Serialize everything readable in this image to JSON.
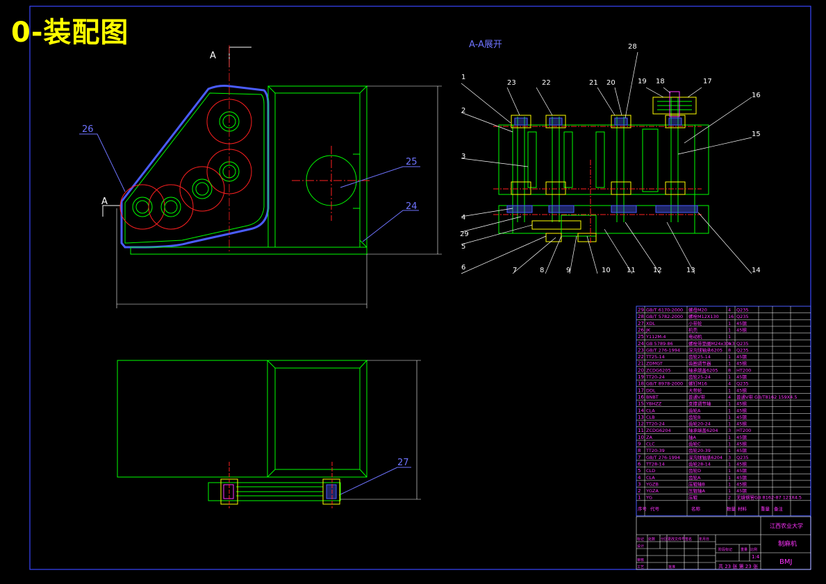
{
  "title": "0-装配图",
  "section_label": "A-A展开",
  "section_marks": [
    "A",
    "A"
  ],
  "colors": {
    "green": "#00ff00",
    "red": "#ff2020",
    "blue": "#4a5cff",
    "magenta": "#ff33ff",
    "yellow": "#ffff00",
    "white": "#ffffff",
    "cyan": "#00c8ff"
  },
  "leaders_top": [
    "1",
    "23",
    "22",
    "21",
    "20",
    "28",
    "19",
    "18",
    "17",
    "16",
    "2",
    "3",
    "15"
  ],
  "leaders_bottom": [
    "4",
    "29",
    "5",
    "6",
    "7",
    "8",
    "9",
    "10",
    "11",
    "12",
    "13",
    "14"
  ],
  "leaders_main": [
    "26",
    "25",
    "24",
    "27"
  ],
  "bom": [
    {
      "no": "29",
      "code": "GB/T 6170-2000",
      "name": "螺母M20",
      "qty": "4",
      "material": "Q235"
    },
    {
      "no": "28",
      "code": "GB/T 5782-2000",
      "name": "螺栓M12X130",
      "qty": "16",
      "material": "Q235"
    },
    {
      "no": "27",
      "code": "XDL",
      "name": "小带轮",
      "qty": "1",
      "material": "45钢"
    },
    {
      "no": "26",
      "code": "JK",
      "name": "机壳",
      "qty": "1",
      "material": "45钢"
    },
    {
      "no": "25",
      "code": "Y112M-4",
      "name": "电动机",
      "qty": "1",
      "material": ""
    },
    {
      "no": "24",
      "code": "GB 5789-86",
      "name": "螺栓带垫圈M24x30x3",
      "qty": "4",
      "material": "Q235"
    },
    {
      "no": "23",
      "code": "GB/T 276-1994",
      "name": "深沟球轴承6205",
      "qty": "8",
      "material": "Q235"
    },
    {
      "no": "22",
      "code": "TT25-14",
      "name": "齿轮25-14",
      "qty": "1",
      "material": "45钢"
    },
    {
      "no": "21",
      "code": "ZDMGT",
      "name": "齿圈调节器",
      "qty": "1",
      "material": "45钢"
    },
    {
      "no": "20",
      "code": "ZCDG6205",
      "name": "轴承端盖6205",
      "qty": "8",
      "material": "HT200"
    },
    {
      "no": "19",
      "code": "TT20-24",
      "name": "齿轮25-24",
      "qty": "1",
      "material": "45钢"
    },
    {
      "no": "18",
      "code": "GB/T 8978-2000",
      "name": "螺钉M16",
      "qty": "4",
      "material": "Q235"
    },
    {
      "no": "17",
      "code": "DDL",
      "name": "大带轮",
      "qty": "1",
      "material": "45钢"
    },
    {
      "no": "16",
      "code": "BNBT",
      "name": "普通V带",
      "qty": "4",
      "material": "普通V带 GB/T8162 159X4.5"
    },
    {
      "no": "15",
      "code": "YBHZZ",
      "name": "支撑调节轴",
      "qty": "1",
      "material": "45钢"
    },
    {
      "no": "14",
      "code": "CLA",
      "name": "齿轮A",
      "qty": "1",
      "material": "45钢"
    },
    {
      "no": "13",
      "code": "CLB",
      "name": "齿轮B",
      "qty": "1",
      "material": "45钢"
    },
    {
      "no": "12",
      "code": "TT20-24",
      "name": "齿轮20-24",
      "qty": "1",
      "material": "45钢"
    },
    {
      "no": "11",
      "code": "ZCDG6204",
      "name": "轴承端盖6204",
      "qty": "3",
      "material": "HT200"
    },
    {
      "no": "10",
      "code": "ZA",
      "name": "轴A",
      "qty": "1",
      "material": "45钢"
    },
    {
      "no": "9",
      "code": "CLC",
      "name": "齿轮C",
      "qty": "1",
      "material": "45钢"
    },
    {
      "no": "8",
      "code": "TT20-39",
      "name": "齿轮20-39",
      "qty": "1",
      "material": "45钢"
    },
    {
      "no": "7",
      "code": "GB/T 276-1994",
      "name": "深沟球轴承6204",
      "qty": "3",
      "material": "Q235"
    },
    {
      "no": "6",
      "code": "TT28-14",
      "name": "齿轮28-14",
      "qty": "1",
      "material": "45钢"
    },
    {
      "no": "5",
      "code": "CLD",
      "name": "齿轮D",
      "qty": "1",
      "material": "45钢"
    },
    {
      "no": "4",
      "code": "CLA",
      "name": "齿轮A",
      "qty": "1",
      "material": "45钢"
    },
    {
      "no": "3",
      "code": "YGZB",
      "name": "压辊轴B",
      "qty": "1",
      "material": "45钢"
    },
    {
      "no": "2",
      "code": "YGZA",
      "name": "压辊轴A",
      "qty": "1",
      "material": "45钢"
    },
    {
      "no": "1",
      "code": "YG",
      "name": "压辊",
      "qty": "2",
      "material": "无缝钢管GB 8162-87 121X4.5"
    }
  ],
  "bom_header": [
    "序号",
    "代号",
    "名称",
    "数量",
    "材料",
    "重量",
    "备注"
  ],
  "titleblock": {
    "school": "江西农业大学",
    "product": "制麻机",
    "drawing_code": "BMJ",
    "scale": "1:4",
    "sheet": "共 23 张 第 23 张",
    "labels": [
      "标记",
      "处数",
      "分区",
      "更改文件号",
      "签名",
      "年月日",
      "设计",
      "审核",
      "工艺",
      "批准",
      "阶段标记",
      "重量",
      "比例"
    ]
  }
}
